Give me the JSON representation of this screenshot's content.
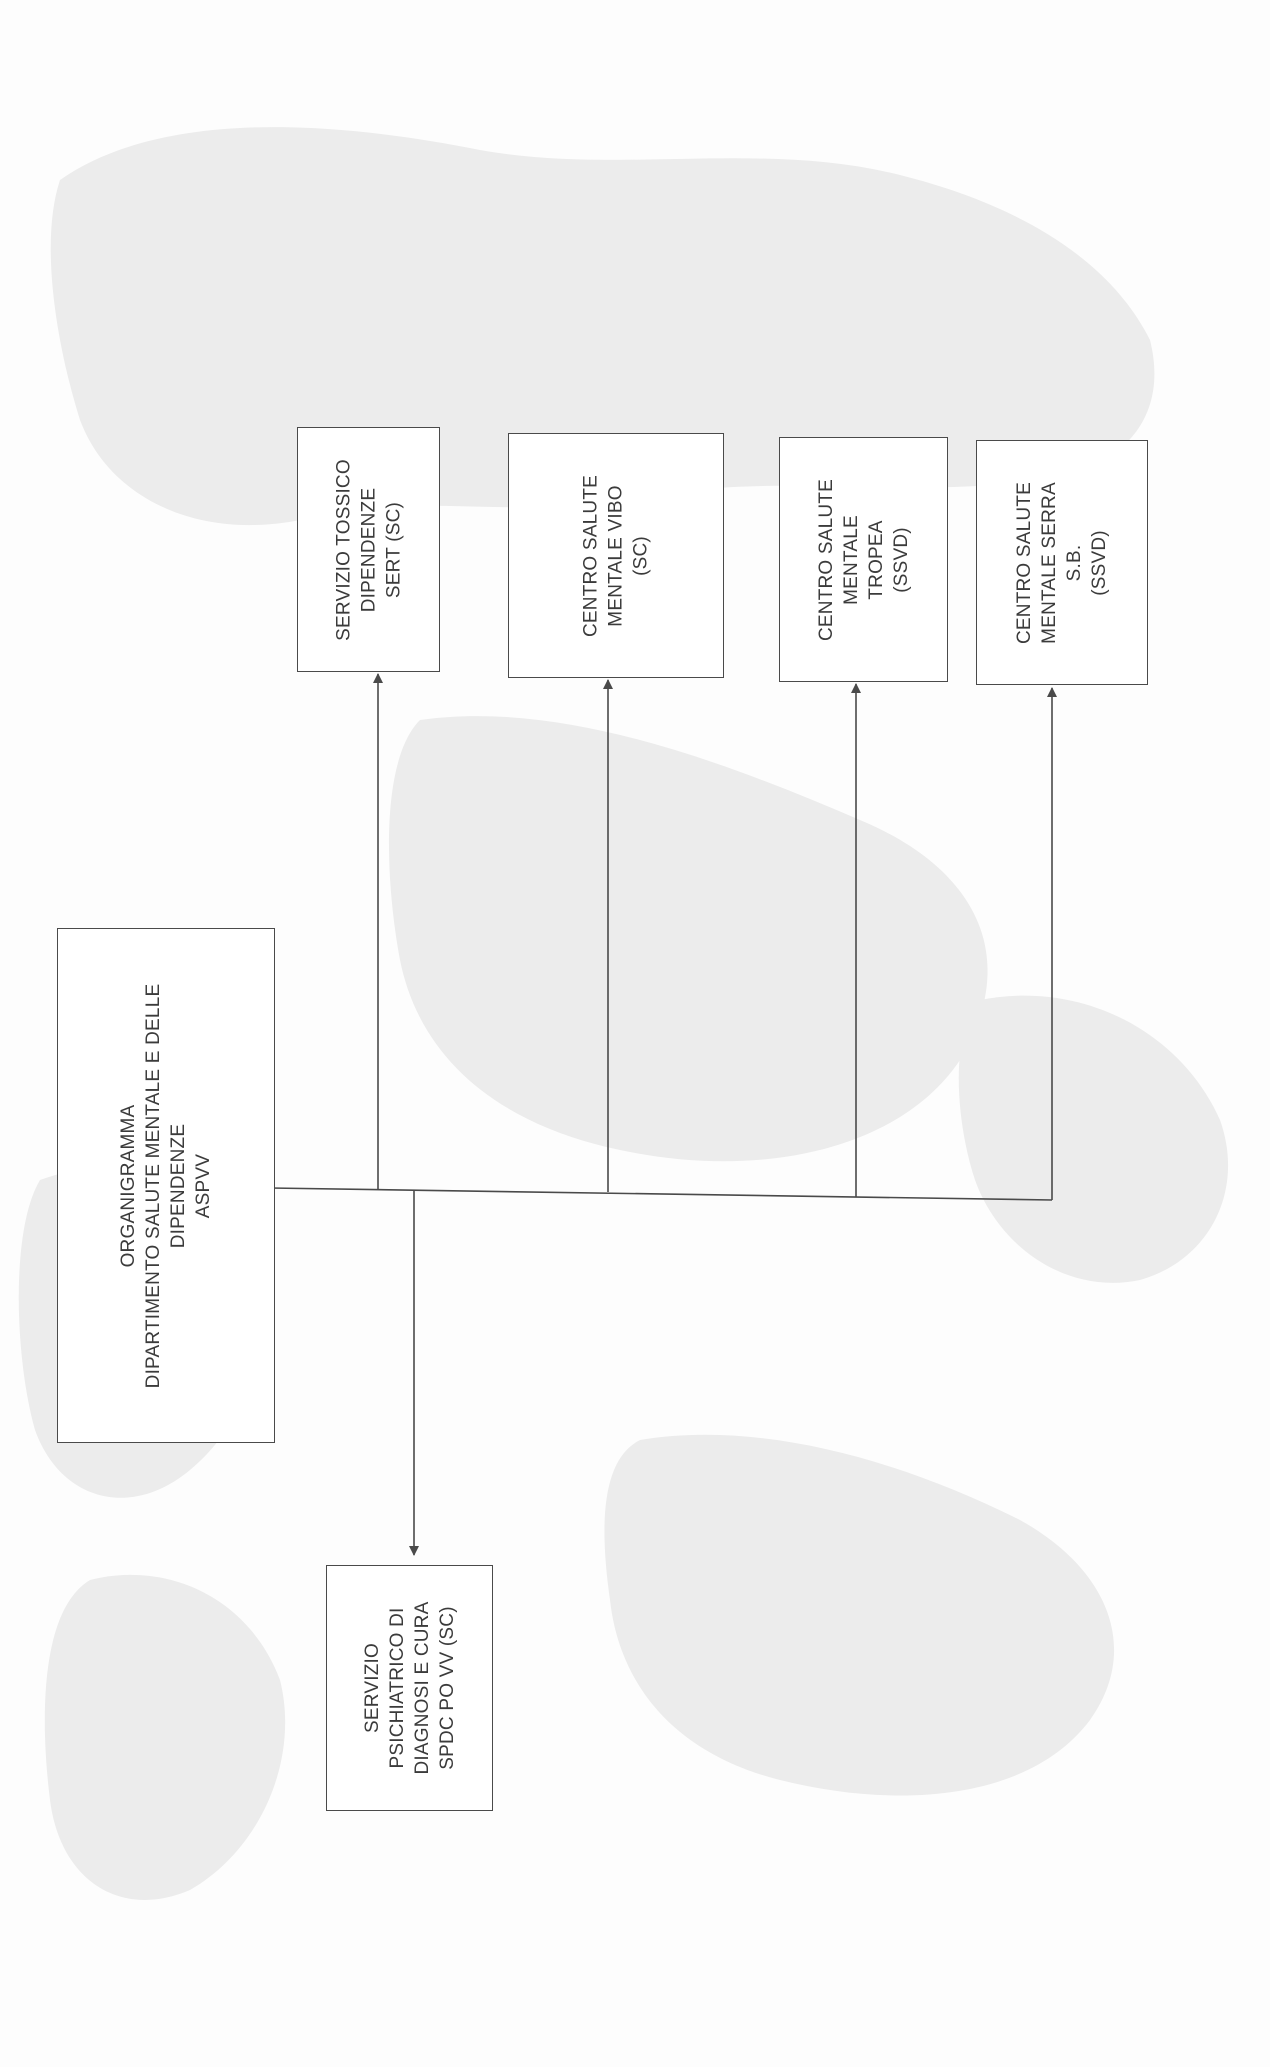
{
  "diagram": {
    "type": "org-chart",
    "root": {
      "label": "ORGANIGRAMMA\nDIPARTIMENTO SALUTE MENTALE E DELLE\nDIPENDENZE\nASPVV"
    },
    "units": [
      {
        "id": "spdc",
        "label": "SERVIZIO\nPSICHIATRICO DI\nDIAGNOSI E CURA\nSPDC PO VV (SC)"
      },
      {
        "id": "sert",
        "label": "SERVIZIO TOSSICO\nDIPENDENZE\nSERT (SC)"
      },
      {
        "id": "csm-vibo",
        "label": "CENTRO SALUTE\nMENTALE VIBO\n(SC)"
      },
      {
        "id": "csm-tropea",
        "label": "CENTRO SALUTE\nMENTALE\nTROPEA\n(SSVD)"
      },
      {
        "id": "csm-serra",
        "label": "CENTRO SALUTE\nMENTALE SERRA\nS.B.\n(SSVD)"
      }
    ],
    "edges": [
      {
        "from": "root",
        "to": "spdc"
      },
      {
        "from": "root",
        "to": "sert"
      },
      {
        "from": "root",
        "to": "csm-vibo"
      },
      {
        "from": "root",
        "to": "csm-tropea"
      },
      {
        "from": "root",
        "to": "csm-serra"
      }
    ],
    "colors": {
      "line": "#4a4a4a",
      "text": "#3b3b3b",
      "map": "#e9e9e9"
    }
  }
}
